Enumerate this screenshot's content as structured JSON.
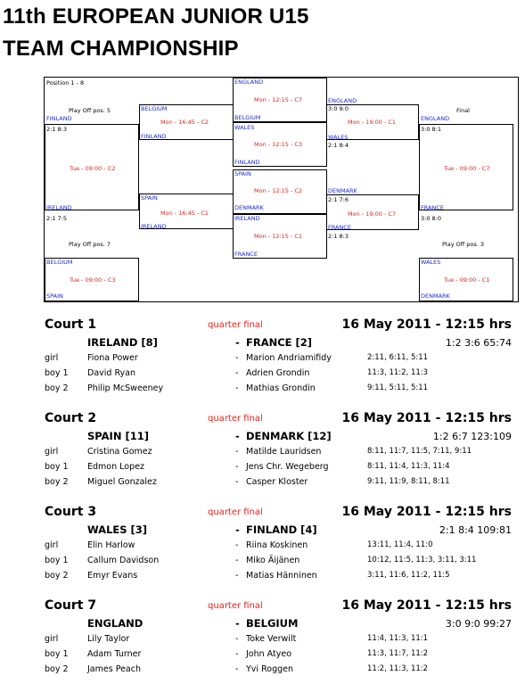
{
  "title": {
    "line1": "11th EUROPEAN JUNIOR U15",
    "line2": "TEAM CHAMPIONSHIP"
  },
  "bracket": {
    "position_label": "Position 1 - 8",
    "playoff5": "Play Off pos. 5",
    "playoff7": "Play Off pos. 7",
    "playoff3": "Play Off pos. 3",
    "final_label": "Final",
    "left": {
      "finland": "FINLAND",
      "finland_score": "2:1  8:3",
      "tue_c2": "Tue - 09:00 - C2",
      "ireland": "IRELAND",
      "ireland_score": "2:1  7:5",
      "belgium": "BELGIUM",
      "tue_c3": "Tue - 09:00 - C3",
      "spain": "SPAIN"
    },
    "qf_left": {
      "belgium": "BELGIUM",
      "time1": "Mon - 16:45 - C2",
      "finland": "FINLAND",
      "spain": "SPAIN",
      "time2": "Mon - 16:45 - C1",
      "ireland": "IRELAND"
    },
    "center": {
      "england": "ENGLAND",
      "t1": "Mon - 12:15 - C7",
      "belgium": "BELGIUM",
      "wales": "WALES",
      "t2": "Mon - 12:15 - C3",
      "finland": "FINLAND",
      "spain": "SPAIN",
      "t3": "Mon - 12:15 - C2",
      "denmark": "DENMARK",
      "ireland": "IRELAND",
      "t4": "Mon - 12:15 - C1",
      "france": "FRANCE"
    },
    "sf": {
      "england": "ENGLAND",
      "england_score": "3:0  9:0",
      "t1": "Mon - 19:00 - C1",
      "wales": "WALES",
      "wales_score": "2:1  8:4",
      "denmark": "DENMARK",
      "denmark_score": "2:1  7:6",
      "t2": "Mon - 19:00 - C7",
      "france": "FRANCE",
      "france_score": "2:1  8:3"
    },
    "right": {
      "england": "ENGLAND",
      "england_score": "3:0  8:1",
      "tue_c7": "Tue - 09:00 - C7",
      "france": "FRANCE",
      "france_score": "3:0  8:0",
      "wales": "WALES",
      "tue_c1": "Tue - 09:00 - C1",
      "denmark": "DENMARK"
    }
  },
  "matches": [
    {
      "court": "Court 1",
      "round": "quarter final",
      "date": "16 May 2011  -  12:15 hrs",
      "team1": "IRELAND [8]",
      "team2": "FRANCE [2]",
      "result": "1:2  3:6  65:74",
      "rows": [
        {
          "cat": "girl",
          "p1": "Fiona Power",
          "p2": "Marion Andriamifidy",
          "score": "2:11, 6:11, 5:11"
        },
        {
          "cat": "boy 1",
          "p1": "David Ryan",
          "p2": "Adrien Grondin",
          "score": "11:3, 11:2, 11:3"
        },
        {
          "cat": "boy 2",
          "p1": "Philip McSweeney",
          "p2": "Mathias Grondin",
          "score": "9:11, 5:11, 5:11"
        }
      ]
    },
    {
      "court": "Court 2",
      "round": "quarter final",
      "date": "16 May 2011  -  12:15 hrs",
      "team1": "SPAIN [11]",
      "team2": "DENMARK [12]",
      "result": "1:2  6:7  123:109",
      "rows": [
        {
          "cat": "girl",
          "p1": "Cristina Gomez",
          "p2": "Matilde Lauridsen",
          "score": "8:11, 11:7, 11:5, 7:11, 9:11"
        },
        {
          "cat": "boy 1",
          "p1": "Edmon Lopez",
          "p2": "Jens Chr. Wegeberg",
          "score": "8:11, 11:4, 11:3, 11:4"
        },
        {
          "cat": "boy 2",
          "p1": "Miguel Gonzalez",
          "p2": "Casper Kloster",
          "score": "9:11, 11:9, 8:11, 8:11"
        }
      ]
    },
    {
      "court": "Court 3",
      "round": "quarter final",
      "date": "16 May 2011  -  12:15 hrs",
      "team1": "WALES [3]",
      "team2": "FINLAND [4]",
      "result": "2:1  8:4  109:81",
      "rows": [
        {
          "cat": "girl",
          "p1": "Elin Harlow",
          "p2": "Riina Koskinen",
          "score": "13:11, 11:4, 11:0"
        },
        {
          "cat": "boy 1",
          "p1": "Callum Davidson",
          "p2": "Miko Äijänen",
          "score": "10:12, 11:5, 11:3, 3:11, 3:11"
        },
        {
          "cat": "boy 2",
          "p1": "Emyr Evans",
          "p2": "Matias Hänninen",
          "score": "3:11, 11:6, 11:2, 11:5"
        }
      ]
    },
    {
      "court": "Court 7",
      "round": "quarter final",
      "date": "16 May 2011  -  12:15 hrs",
      "team1": "ENGLAND",
      "team2": "BELGIUM",
      "result": "3:0  9:0  99:27",
      "rows": [
        {
          "cat": "girl",
          "p1": "Lily Taylor",
          "p2": "Toke Verwilt",
          "score": "11:4, 11:3, 11:1"
        },
        {
          "cat": "boy 1",
          "p1": "Adam Turner",
          "p2": "John Atyeo",
          "score": "11:3, 11:7, 11:2"
        },
        {
          "cat": "boy 2",
          "p1": "James Peach",
          "p2": "Yvi Roggen",
          "score": "11:2, 11:3, 11:2"
        }
      ]
    }
  ]
}
